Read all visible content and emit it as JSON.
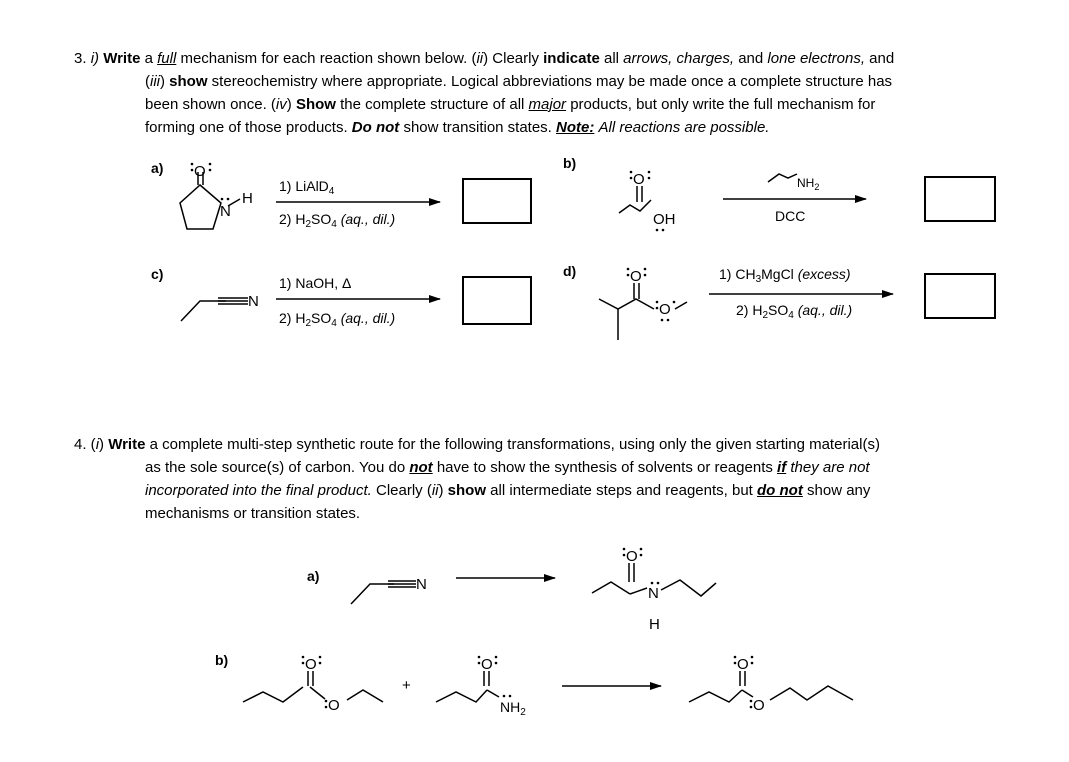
{
  "q3": {
    "number": "3.",
    "lines": [
      [
        "i) ",
        "Write",
        " a ",
        "full",
        " mechanism for each reaction shown below. (",
        "ii",
        ") Clearly ",
        "indicate",
        " all ",
        "arrows, charges,",
        " and ",
        "lone electrons,",
        " and"
      ],
      [
        "(",
        "iii",
        ") ",
        "show",
        " stereochemistry where appropriate. Logical abbreviations may be made once a complete structure has"
      ],
      [
        "been shown once. (",
        "iv",
        ") ",
        "Show",
        " the complete structure of all ",
        "major",
        " products, but only write the full mechanism for"
      ],
      [
        "forming one of those products. ",
        "Do not",
        " show transition states. ",
        "Note:",
        " ",
        "All reactions are possible."
      ]
    ]
  },
  "q4": {
    "number": "4. (",
    "lines": [
      [
        "i",
        ") ",
        "Write",
        " a complete multi-step synthetic route for the following transformations, using only the given starting material(s)"
      ],
      [
        "as the sole source(s) of carbon. You do ",
        "not",
        " have to show the synthesis of solvents or reagents ",
        "if",
        " ",
        "they are not"
      ],
      [
        "incorporated into the final product.",
        " Clearly (",
        "ii",
        ") ",
        "show",
        " all intermediate steps and reagents, but ",
        "do not",
        " show any"
      ],
      [
        "mechanisms or transition states."
      ]
    ]
  },
  "labels": {
    "a": "a)",
    "b": "b)",
    "c": "c)",
    "d": "d)"
  },
  "reagents": {
    "a1": "1) LiAlD",
    "a1sub": "4",
    "a2pre": "2) H",
    "a2sub1": "2",
    "a2mid": "SO",
    "a2sub2": "4",
    "a2post": " (aq., dil.)",
    "b_reagent": "DCC",
    "c1": "1) NaOH, Δ",
    "d1": "1) CH",
    "d1sub": "3",
    "d1post": "MgCl ",
    "d1excess": "(excess)"
  },
  "atoms": {
    "O": "O",
    "N": "N",
    "H": "H",
    "OH": "OH",
    "NH2": "NH",
    "sub2": "2",
    "plus": "+"
  }
}
